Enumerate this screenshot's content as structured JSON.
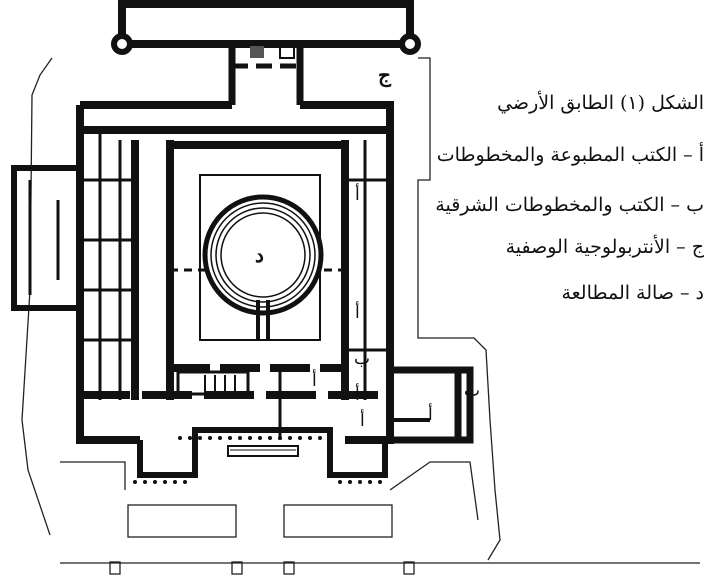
{
  "figure": {
    "caption": "الشكل (١) الطابق الأرضي",
    "legend": [
      "أ – الكتب المطبوعة والمخطوطات",
      "ب – الكتب والمخطوطات الشرقية",
      "ج – الأنتربولوجية الوصفية",
      "د – صالة المطالعة"
    ]
  },
  "plan_labels": {
    "a": "أ",
    "b": "ب",
    "j": "ج",
    "d": "د"
  }
}
